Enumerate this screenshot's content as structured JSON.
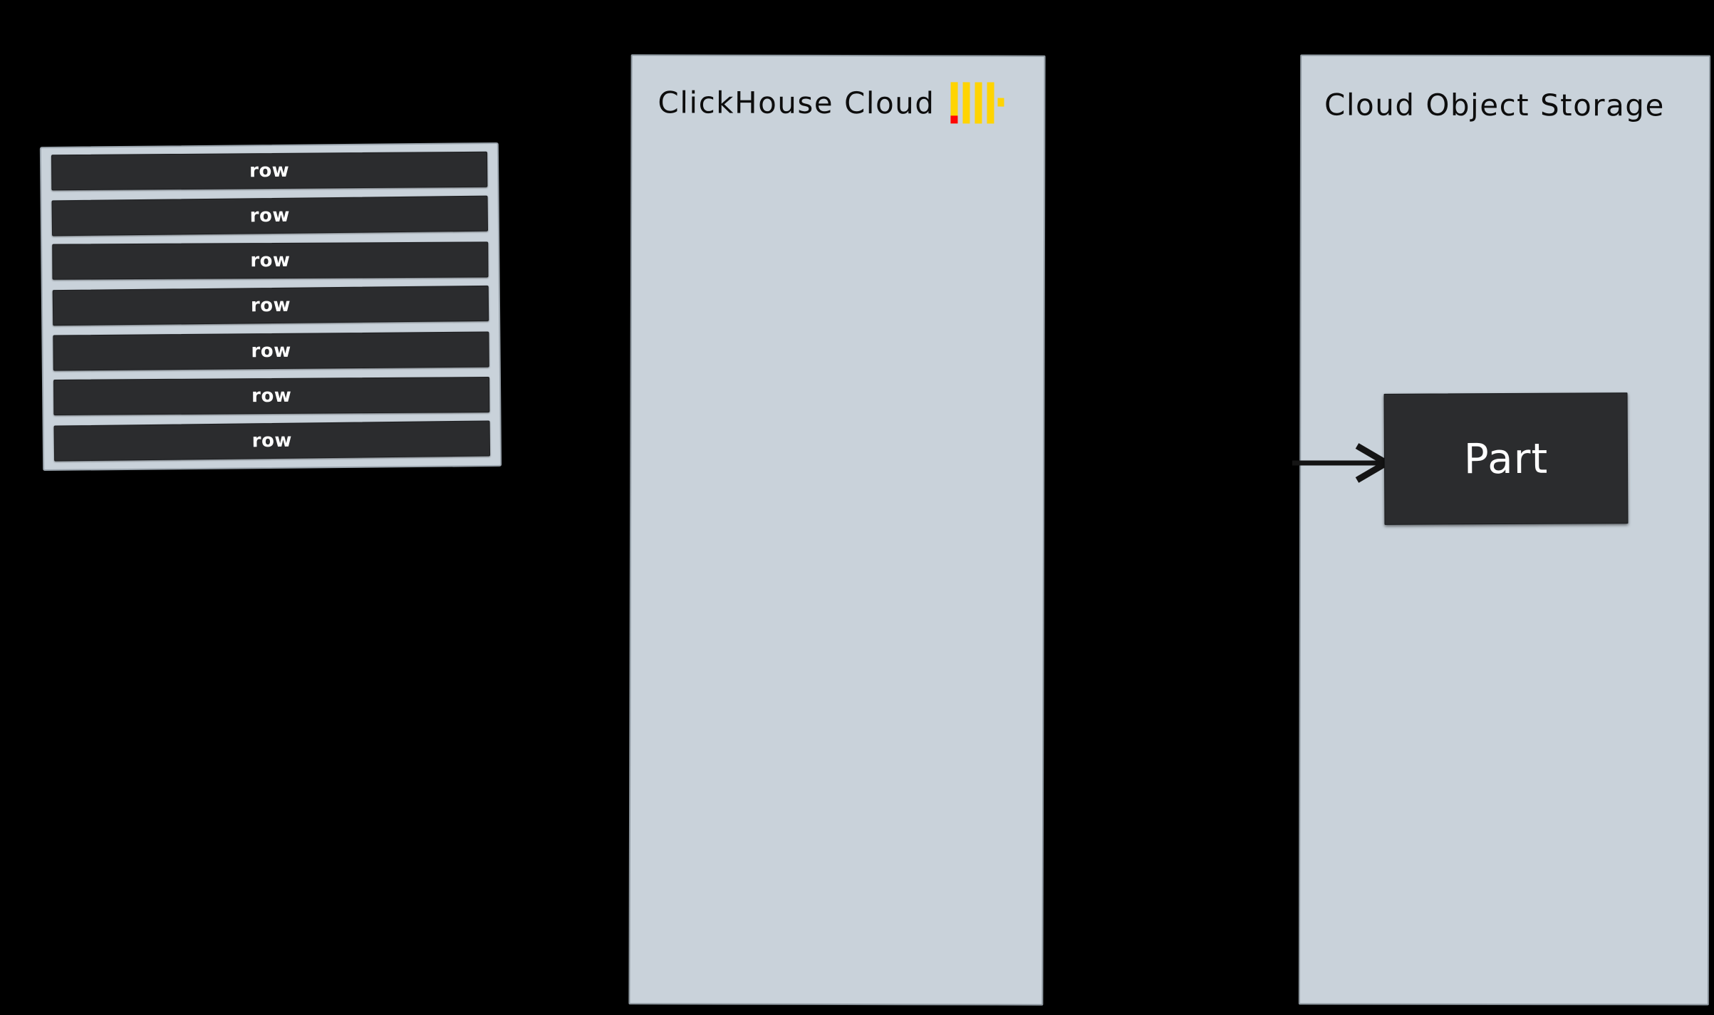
{
  "diagram": {
    "title": "ClickHouse Cloud part insert diagram",
    "background_color": "#000000",
    "panel_color": "#c9d2da",
    "box_color": "#2b2c2e",
    "accent_yellow": "#ffd400",
    "accent_red": "#ff0505"
  },
  "rows_panel": {
    "name": "rows",
    "rows": [
      {
        "label": "row"
      },
      {
        "label": "row"
      },
      {
        "label": "row"
      },
      {
        "label": "row"
      },
      {
        "label": "row"
      },
      {
        "label": "row"
      },
      {
        "label": "row"
      }
    ]
  },
  "clickhouse_panel": {
    "title": "ClickHouse Cloud",
    "logo": {
      "name": "clickhouse-logo",
      "bars": 4,
      "bar_color": "#ffd400",
      "accent_color": "#ff0505"
    }
  },
  "storage_panel": {
    "title": "Cloud Object Storage",
    "part": {
      "label": "Part"
    },
    "arrow": {
      "name": "insert-arrow",
      "direction": "right"
    }
  }
}
